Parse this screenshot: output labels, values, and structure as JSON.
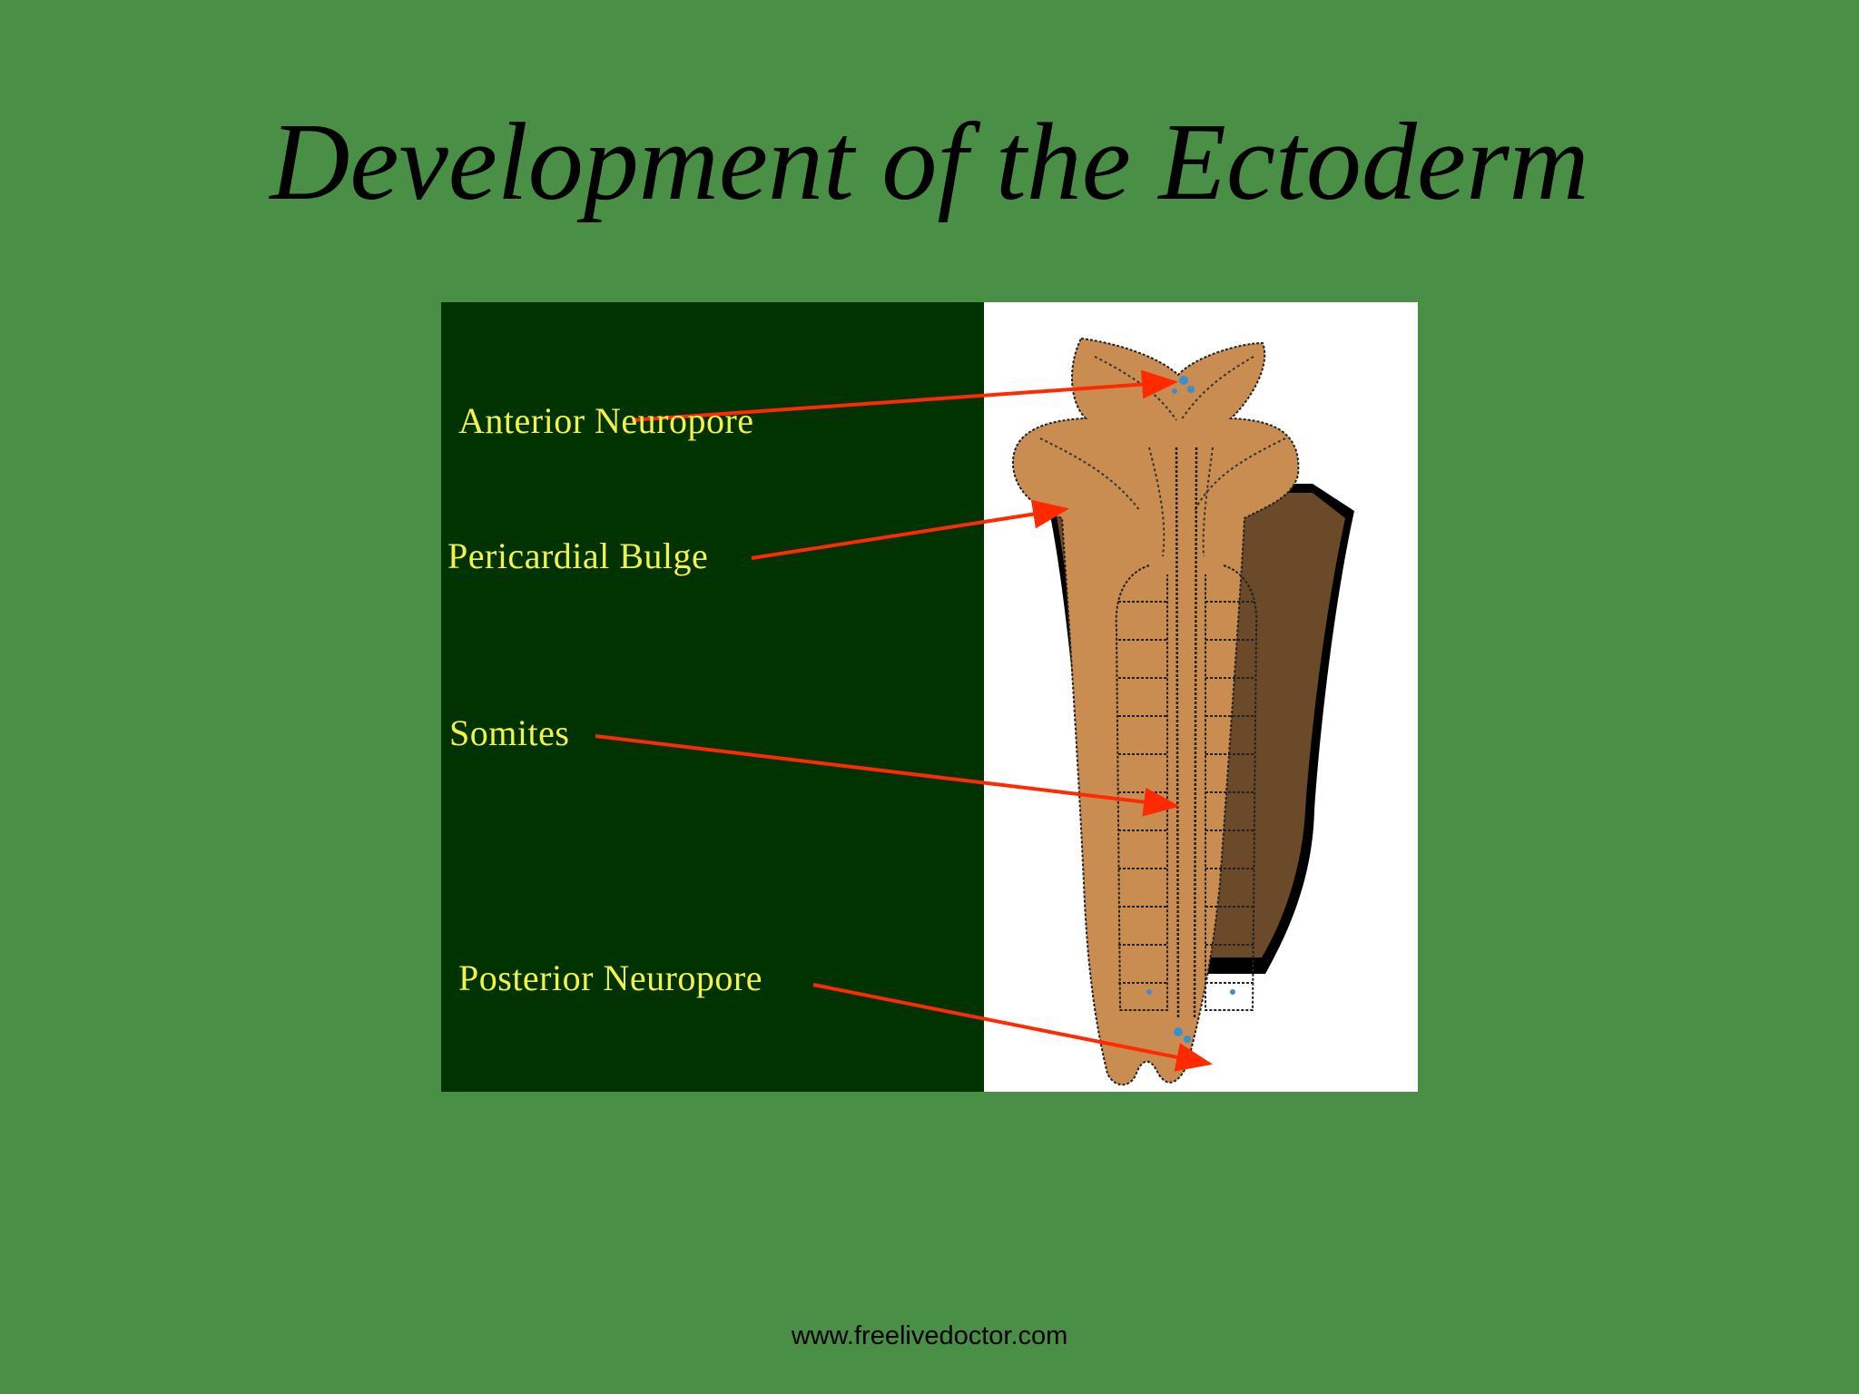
{
  "slide": {
    "title": "Development of the Ectoderm",
    "footer": "www.freelivedoctor.com"
  },
  "diagram": {
    "labels": {
      "anterior_neuropore": "Anterior Neuropore",
      "pericardial_bulge": "Pericardial Bulge",
      "somites": "Somites",
      "posterior_neuropore": "Posterior Neuropore"
    }
  },
  "colors": {
    "background": "#4a8f46",
    "label_panel": "#003300",
    "label_text": "#f2f24a",
    "arrow": "#ff2a00",
    "embryo": "#c98d52",
    "embryo_shadow": "#6b4a2a"
  }
}
